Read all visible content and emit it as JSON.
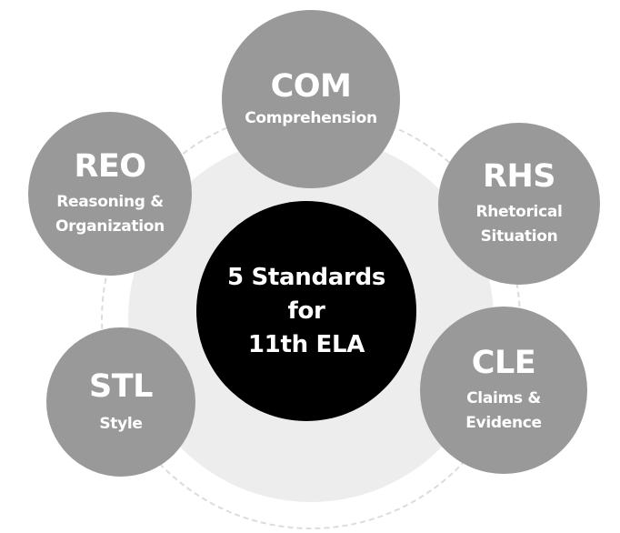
{
  "center": {
    "title": "5 Standards\nfor\n11th ELA"
  },
  "standards": [
    {
      "code": "COM",
      "name": "Comprehension"
    },
    {
      "code": "REO",
      "name": "Reasoning &\nOrganization"
    },
    {
      "code": "RHS",
      "name": "Rhetorical\nSituation"
    },
    {
      "code": "STL",
      "name": "Style"
    },
    {
      "code": "CLE",
      "name": "Claims &\nEvidence"
    }
  ],
  "colors": {
    "center_fill": "#000000",
    "node_fill": "#999999",
    "text": "#ffffff",
    "ring_fill": "#ededed",
    "ring_dash": "#dcdcdc"
  }
}
